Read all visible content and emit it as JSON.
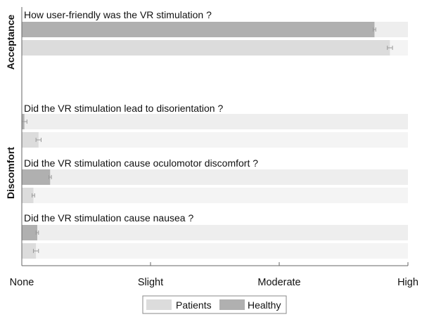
{
  "chart_data": {
    "type": "bar",
    "orientation": "horizontal",
    "x_tick_labels": [
      "None",
      "Slight",
      "Moderate",
      "High"
    ],
    "xlim": [
      0,
      3
    ],
    "groups": [
      {
        "label": "Acceptance",
        "questions": [
          0
        ]
      },
      {
        "label": "Discomfort",
        "questions": [
          1,
          2,
          3
        ]
      }
    ],
    "questions": [
      "How user-friendly was the VR stimulation ?",
      "Did the VR stimulation lead to disorientation ?",
      "Did the VR stimulation cause oculomotor discomfort ?",
      "Did the VR stimulation cause nausea ?"
    ],
    "series": [
      {
        "name": "Healthy",
        "color": "#b0b0b0",
        "values": [
          2.74,
          0.02,
          0.22,
          0.12
        ],
        "errors": [
          0.01,
          0.02,
          0.01,
          0.01
        ]
      },
      {
        "name": "Patients",
        "color": "#dcdcdc",
        "values": [
          2.86,
          0.13,
          0.09,
          0.11
        ],
        "errors": [
          0.02,
          0.02,
          0.01,
          0.02
        ]
      }
    ],
    "legend": {
      "position": "bottom",
      "order": [
        "Patients",
        "Healthy"
      ]
    },
    "grid": false
  }
}
